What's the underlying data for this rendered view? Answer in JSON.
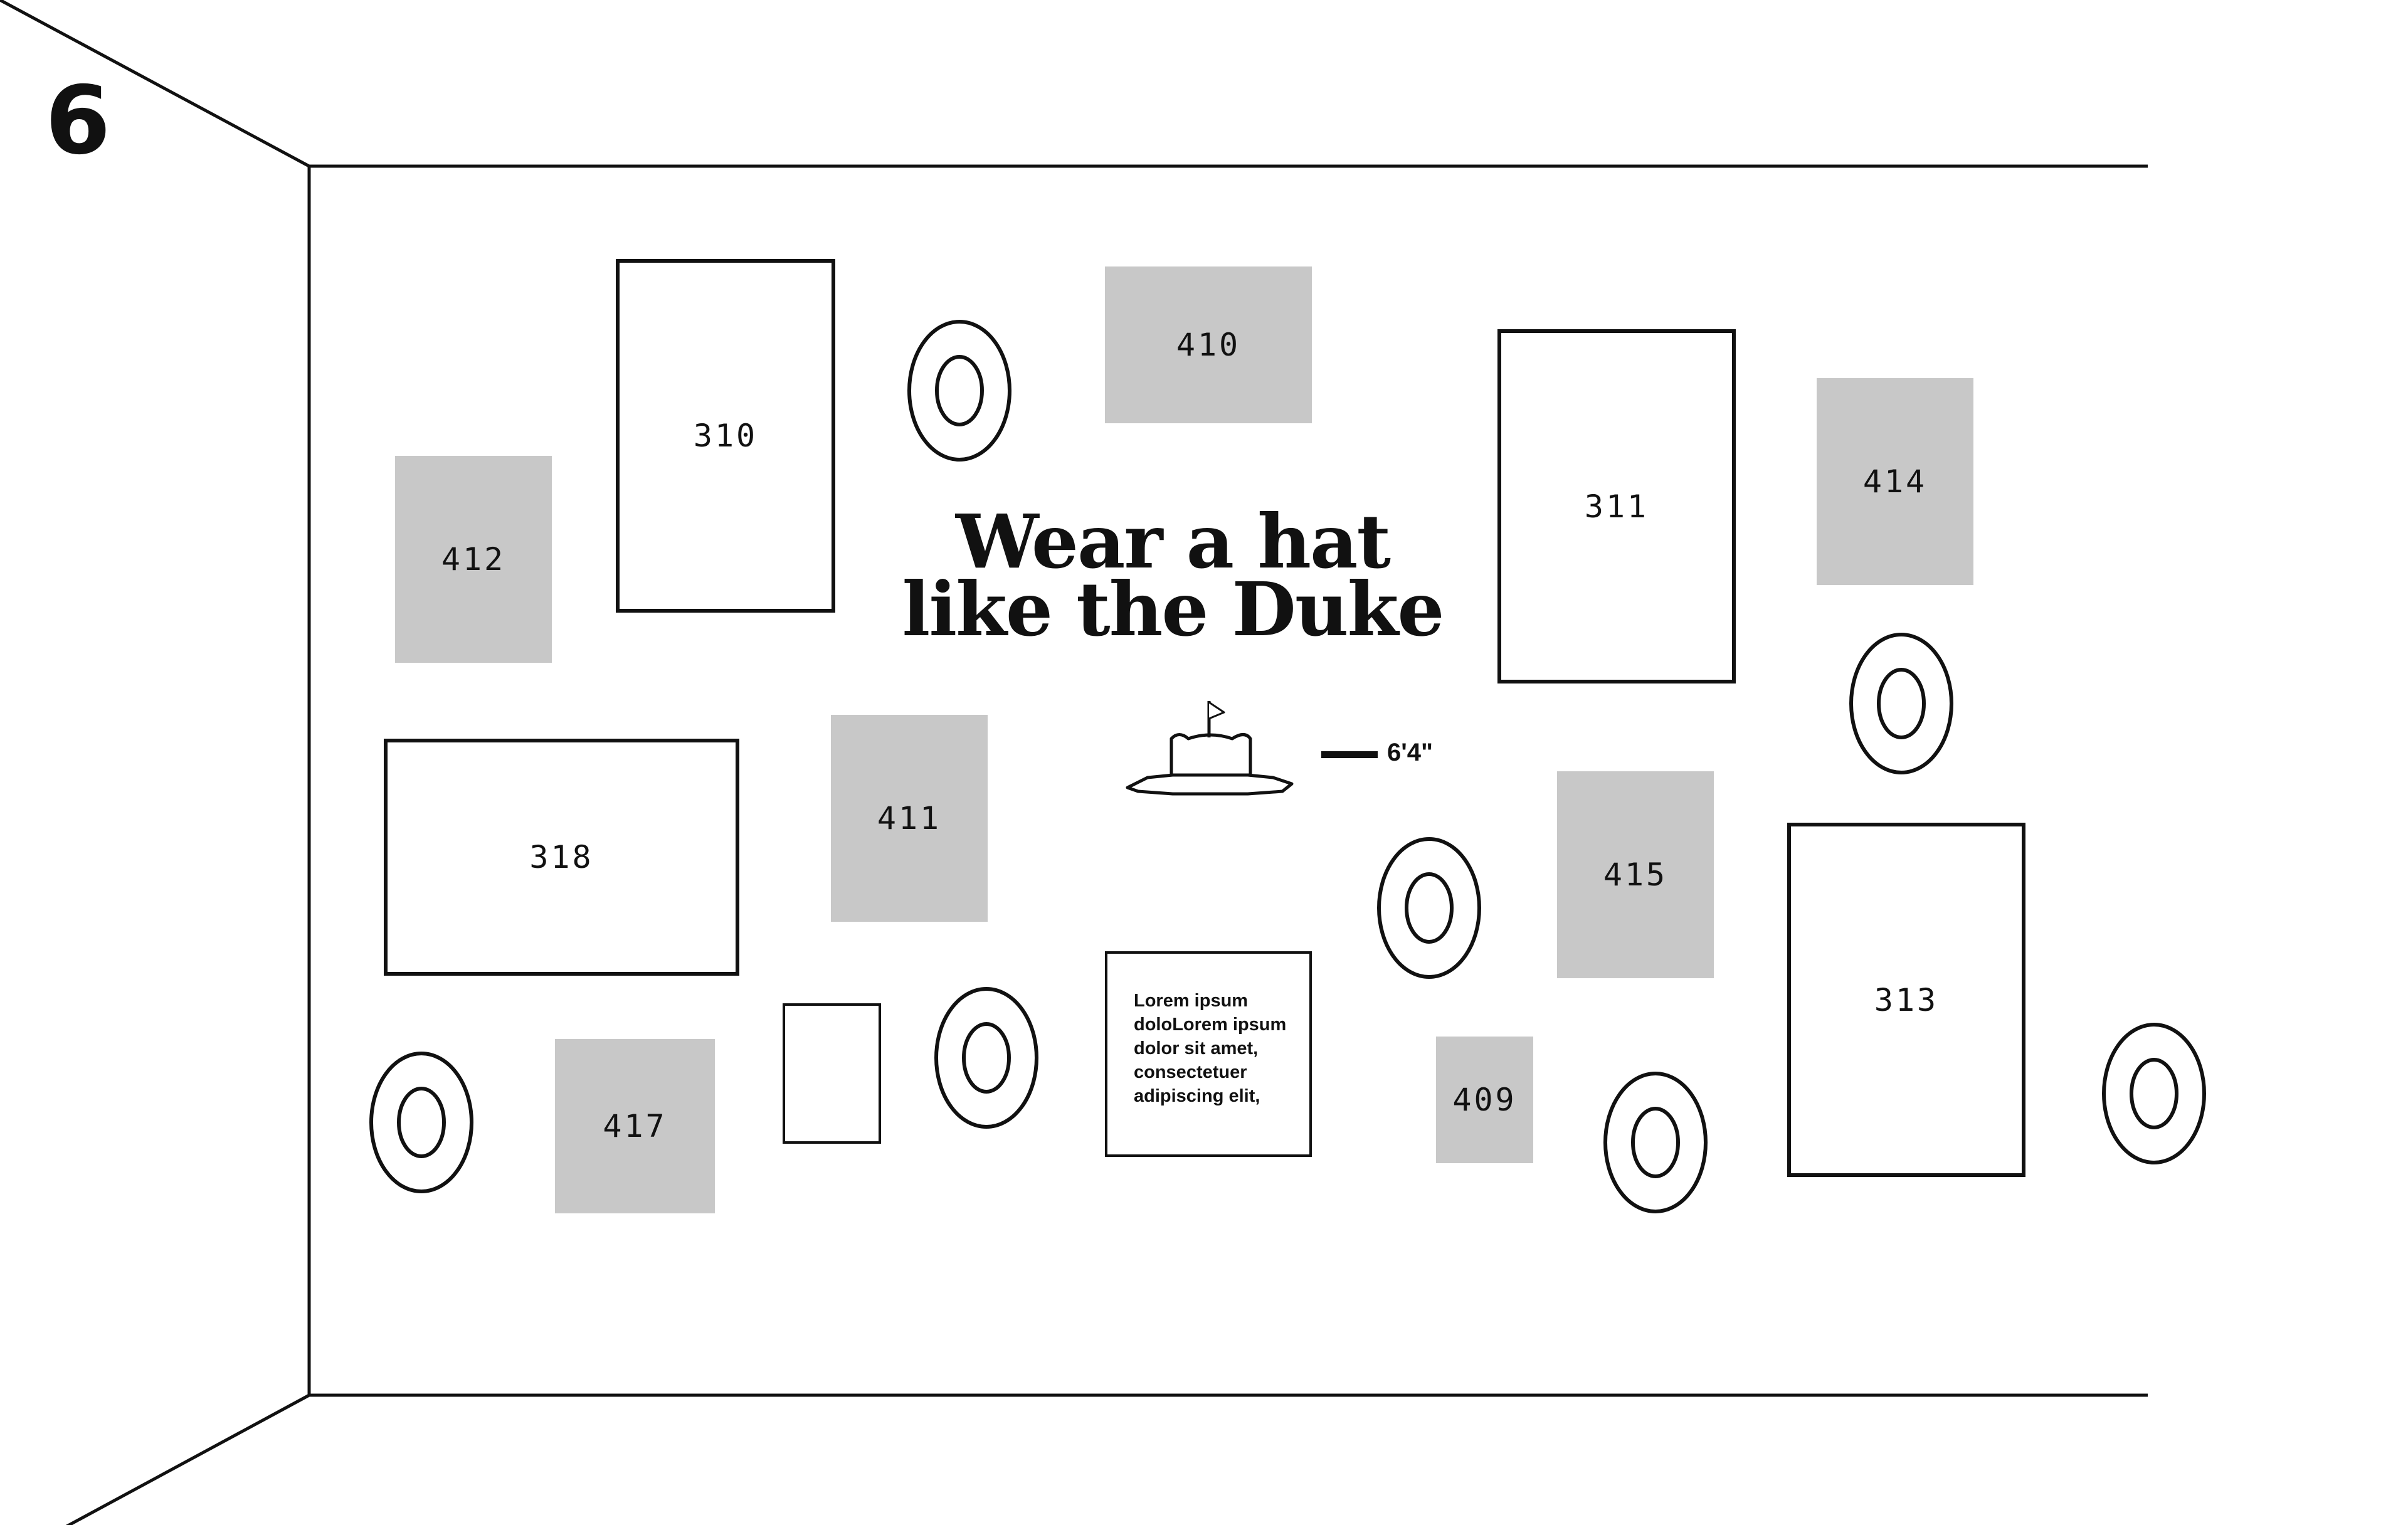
{
  "page": {
    "number": "6"
  },
  "sign": {
    "title_line1": "Wear a hat",
    "title_line2": "like the Duke",
    "height_label": "6'4\""
  },
  "caption": {
    "lines": [
      "Lorem ipsum",
      "doloLorem ipsum",
      "dolor sit amet,",
      "consectetuer",
      "adipiscing elit,"
    ]
  },
  "frames": {
    "f310": "310",
    "f311": "311",
    "f313": "313",
    "f318": "318"
  },
  "swatches": {
    "s409": "409",
    "s410": "410",
    "s411": "411",
    "s412": "412",
    "s414": "414",
    "s415": "415",
    "s417": "417"
  },
  "colors": {
    "line": "#111111",
    "swatch_fill": "#c8c8c8",
    "background": "#ffffff"
  }
}
